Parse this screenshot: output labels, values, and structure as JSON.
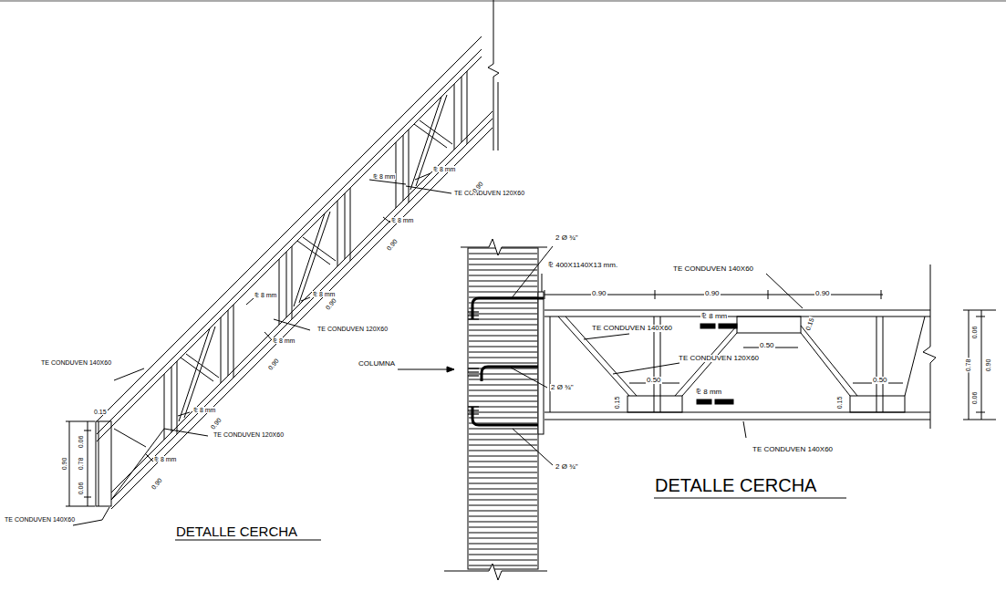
{
  "diagram": {
    "labels": [
      "⅊ 8 mm",
      "⅊ 8 mm",
      "TE CONDUVEN 120X60",
      "0.90",
      "⅊ 8 mm",
      "0.90",
      "⅊ 8 mm",
      "⅊ 8 mm",
      "0.90",
      "TE CONDUVEN 120X60",
      "⅊ 8 mm",
      "0.90",
      "TE CONDUVEN 140X60",
      "⅊ 8 mm",
      "0.90",
      "TE CONDUVEN 120X60",
      "0.15",
      "⅊ 8 mm",
      "0.90",
      "0.06",
      "0.78",
      "0.06",
      "0.90",
      "TE CONDUVEN 140X60",
      "DETALLE CERCHA",
      "2 Ø ¾\"",
      "⅊ 400X1140X13 mm.",
      "COLUMNA",
      "2 Ø ¾\"",
      "2 Ø ¾\"",
      "TE CONDUVEN 140X60",
      "0.90",
      "0.90",
      "0.90",
      "⅊ 8 mm",
      "TE CONDUVEN 140X60",
      "0.50",
      "TE CONDUVEN 120X60",
      "0.50",
      "0.50",
      "⅊ 8 mm",
      "0.15",
      "0.15",
      "0.15",
      "TE CONDUVEN 140X60",
      "0.06",
      "0.78",
      "0.90",
      "0.06",
      "DETALLE CERCHA"
    ]
  }
}
